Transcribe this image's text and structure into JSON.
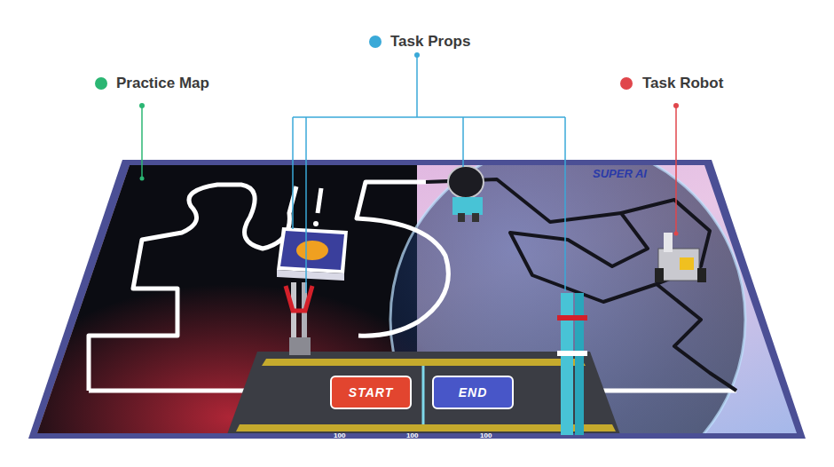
{
  "diagram": {
    "nodes": [
      {
        "text": [
          "START"
        ]
      },
      {
        "text": [
          "END"
        ]
      }
    ],
    "labels": [
      "Practice Map",
      "Task Props",
      "Task Robot",
      "SUPER AI",
      "100",
      "100",
      "100"
    ]
  }
}
